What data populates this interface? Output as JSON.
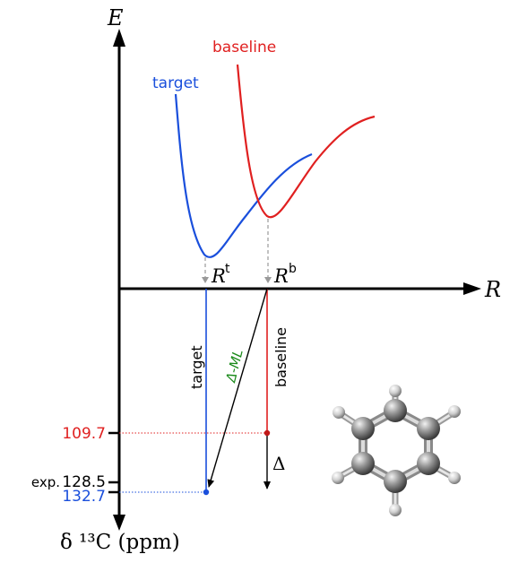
{
  "colors": {
    "target": "#1a4fdc",
    "baseline": "#e02020",
    "delta_ml": "#1a8a1a",
    "axis": "#000000",
    "guide": "#999999"
  },
  "energy_axis": {
    "label": "E"
  },
  "distance_axis": {
    "label": "R"
  },
  "curves": {
    "target_label": "target",
    "baseline_label": "baseline"
  },
  "minima": {
    "target_label": "R",
    "target_sup": "t",
    "baseline_label": "R",
    "baseline_sup": "b"
  },
  "lower_panel": {
    "target_label": "target",
    "baseline_label": "baseline",
    "ml_label": "Δ-ML",
    "delta_label": "Δ",
    "shift_axis_label": "δ ¹³C (ppm)"
  },
  "shift_ticks": {
    "baseline_value": "109.7",
    "exp_prefix": "exp.",
    "exp_value": "128.5",
    "target_value": "132.7"
  },
  "molecule": {
    "name_icon": "benzene-ball-and-stick-icon"
  }
}
